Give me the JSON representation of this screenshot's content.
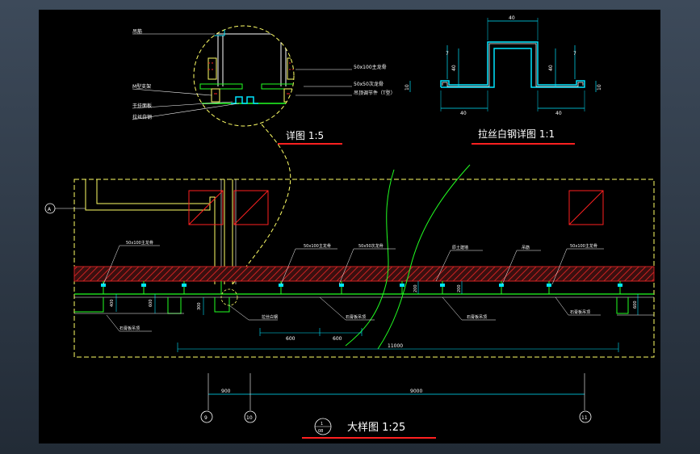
{
  "colors": {
    "window_background": "#2b3542",
    "canvas": "#000000",
    "line_white": "#ffffff",
    "line_yellow": "#ffff66",
    "line_green": "#22ff22",
    "line_cyan": "#00e5ff",
    "line_red": "#ff2020",
    "hatch_red": "#cc2222",
    "text_white": "#ffffff",
    "text_title": "#ffffff",
    "underline_red": "#ff2020"
  },
  "detail": {
    "title": "详图  1:5",
    "labels": {
      "ceiling_top": "吊筋",
      "main_keel": "50x100主龙骨",
      "sub_keel": "50x50次龙骨",
      "adjuster": "吊顶调节件（T型）",
      "angle_iron": "M型支架",
      "panel": "干挂面板",
      "drawn_steel": "拉丝白钢"
    }
  },
  "profile": {
    "title": "拉丝白钢详图  1:1",
    "dims": {
      "top": "40",
      "left_height": "40",
      "right_height": "40",
      "left_lip": "7",
      "right_lip": "7",
      "bottom_left": "40",
      "bottom_right": "40",
      "thickness_left": "10",
      "thickness_right": "10"
    }
  },
  "main": {
    "title": "大样图  1:25",
    "axis_a": "A",
    "axes": [
      "9",
      "10",
      "11"
    ],
    "callout_number": "1",
    "callout_sheet": "08",
    "labels": {
      "keel_left": "50x100主龙骨",
      "keel_mid": "50x100主龙骨",
      "keel_sub": "50x50次龙骨",
      "structure": "原土建墙",
      "hanger": "吊筋",
      "keel_right": "50x100主龙骨",
      "gypsum_left": "石膏板吊顶",
      "steel_mid": "拉丝白钢",
      "panel_mid": "石膏板吊顶",
      "panel_right": "石膏板吊顶",
      "panel_far_right": "石膏板吊顶"
    },
    "dims": {
      "h_left": "400",
      "h_mid_left": "600",
      "h_300": "300",
      "h_200_a": "200",
      "h_200_b": "200",
      "h_right": "600",
      "span_a": "600",
      "span_b": "600",
      "total": "11000",
      "grid_left": "900",
      "grid_right": "9000"
    }
  }
}
